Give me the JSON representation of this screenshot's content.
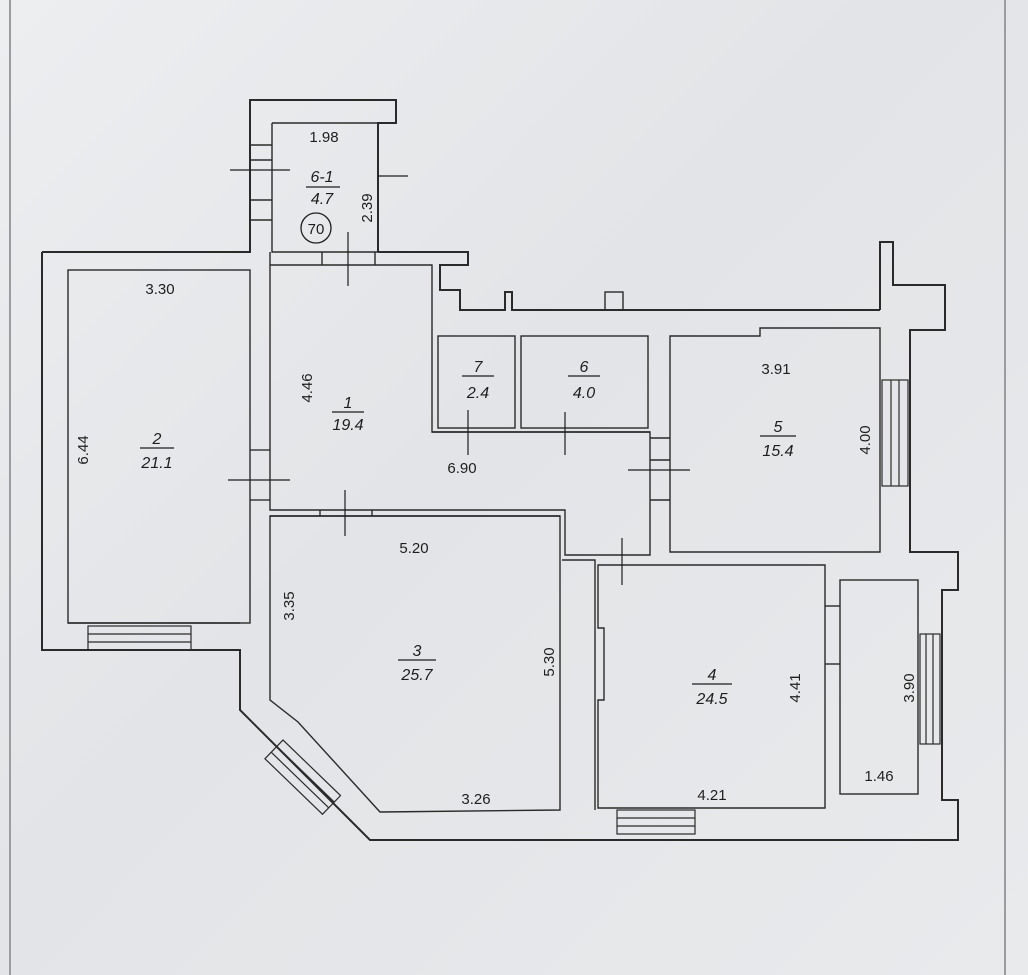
{
  "plan": {
    "apartment_no": "70",
    "rooms": [
      {
        "id": "1",
        "area": "19.4"
      },
      {
        "id": "2",
        "area": "21.1"
      },
      {
        "id": "3",
        "area": "25.7"
      },
      {
        "id": "4",
        "area": "24.5"
      },
      {
        "id": "5",
        "area": "15.4"
      },
      {
        "id": "6",
        "area": "4.0"
      },
      {
        "id": "7",
        "area": "2.4"
      },
      {
        "id": "6-1",
        "area": "4.7"
      }
    ],
    "dimensions": {
      "d_1_98": "1.98",
      "d_2_39": "2.39",
      "d_3_30": "3.30",
      "d_6_44": "6.44",
      "d_4_46": "4.46",
      "d_6_90": "6.90",
      "d_3_91": "3.91",
      "d_4_00": "4.00",
      "d_5_20": "5.20",
      "d_3_35": "3.35",
      "d_5_30": "5.30",
      "d_3_26": "3.26",
      "d_4_41": "4.41",
      "d_4_21": "4.21",
      "d_3_90": "3.90",
      "d_1_46": "1.46"
    }
  }
}
